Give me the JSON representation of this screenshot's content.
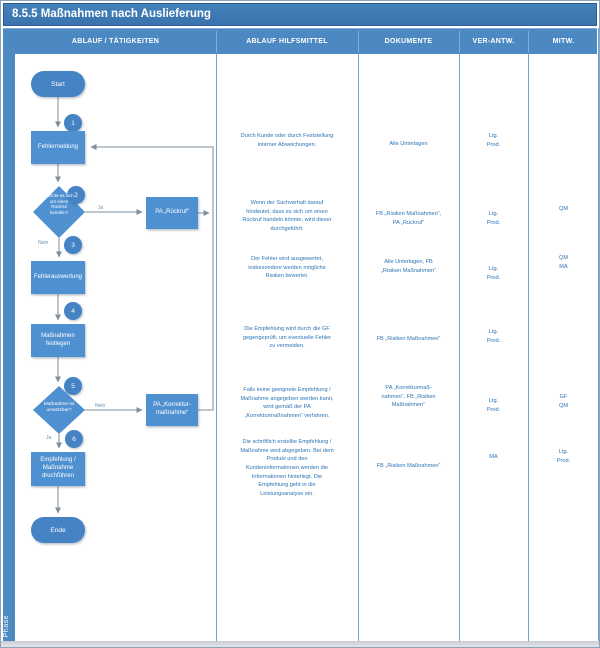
{
  "title": "8.5.5 Maßnahmen nach Auslieferung",
  "phase_label": "Phase",
  "columns": [
    "ABLAUF / TÄTIGKEITEN",
    "ABLAUF HILFSMITTEL",
    "DOKUMENTE",
    "VER-ANTW.",
    "MITW."
  ],
  "colors": {
    "title_bar": "#3b76b2",
    "header": "#4c88c2",
    "shape_fill": "#4f90d1",
    "pill_fill": "#4583c4",
    "connector": "#7d8e9e",
    "table_text": "#2e74b5",
    "divider": "#6fa3d4"
  },
  "flowchart": {
    "start": "Start",
    "end": "Ende",
    "step_numbers": [
      "1",
      "2",
      "3",
      "4",
      "5",
      "6"
    ],
    "nodes": {
      "fehlermeldung": "Fehlermeldung",
      "decision_rueckruf": "Könnte es sich\num einen\nRückruf\nhandeln?",
      "pa_rueckruf": "PA „Rückruf“",
      "fehlerauswertung": "Fehlerauswertung",
      "massnahmen_festlegen": "Maßnahmen\nfestlegen",
      "decision_umsetzbar": "Maßnahme ist\numsetzbar?",
      "pa_korrektur": "PA „Korrektur-\nmaßnahme“",
      "empfehlung": "Empfehlung /\nMaßnahme\ndruchführen"
    },
    "branch_labels": {
      "ja1": "Ja",
      "nein1": "Nein",
      "nein2": "Nein",
      "ja2": "Ja"
    }
  },
  "rows": [
    {
      "hilfsmittel": "Durch Kunde oder durch Feststellung\ninterner Abweichungen.",
      "dokumente": "Alle Unterlagen",
      "verantw": "Ltg.\nProd.",
      "mitw": ""
    },
    {
      "hilfsmittel": "Wenn der Sachverhalt darauf\nhindeutet, dass es sich um einen\nRückruf handeln könnte, wird dieser\ndurchgeführt.",
      "dokumente": "FB „Risiken Maßnahmen“,\nPA „Rückruf“",
      "verantw": "Ltg.\nProd.",
      "mitw": "QM"
    },
    {
      "hilfsmittel": "Der Fehler wird ausgewertet,\ninsbesondere werden mögliche\nRisiken bewertet.",
      "dokumente": "Alle Unterlagen, FB\n„Risiken Maßnahmen“",
      "verantw": "Ltg.\nProd.",
      "mitw": "QM\nMA"
    },
    {
      "hilfsmittel": "Die Empfehlung wird durch die GF\ngegengeprüft, um eventuelle Fehler\nzu vermeiden.",
      "dokumente": "FB „Risiken Maßnahmen“",
      "verantw": "Ltg.\nProd.",
      "mitw": ""
    },
    {
      "hilfsmittel": "Falls keine geeignete Empfehlung /\nMaßnahme angegeben werden kann,\nwird gemäß der PA\n„Korrekturmaßnahmen“ verfahren.",
      "dokumente": "PA „Korrekturmaß-\nnahmen“, FB „Risiken\nMaßnahmen“",
      "verantw": "Ltg.\nProd.",
      "mitw": "GF\nQM"
    },
    {
      "hilfsmittel": "Die schriftlich erstellte Empfehlung /\nMaßnahme wird abgegeben. Bei dem\nProdukt und den\nKundeninformationen werden die\nInformationen hinterlegt. Die\nEmpfehlung geht in die\nLeistungsanalyse ein.",
      "dokumente": "FB „Risiken Maßnahmen“",
      "verantw": "MA",
      "mitw": "Ltg.\nProd."
    }
  ]
}
